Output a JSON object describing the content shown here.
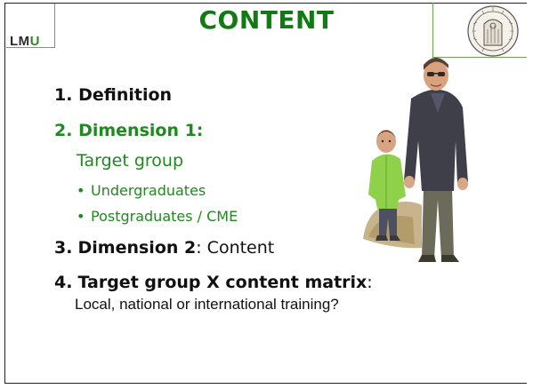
{
  "logo": {
    "prefix": "LM",
    "highlight": "U"
  },
  "title": "CONTENT",
  "items": [
    {
      "number": "1.",
      "label": "Definition",
      "rest": ""
    },
    {
      "number": "2.",
      "label": "Dimension 1:",
      "rest": ""
    },
    {
      "number": "3.",
      "label": "Dimension 2",
      "rest": ": Content"
    },
    {
      "number": "4.",
      "label": "Target group X content matrix",
      "rest": ":"
    }
  ],
  "dimension1_subtitle": "Target group",
  "dimension1_bullets": [
    "Undergraduates",
    "Postgraduates / CME"
  ],
  "item4_note": "Local, national or international training?",
  "colors": {
    "title": "#127a12",
    "accent": "#1f8a1f",
    "text": "#111111",
    "frame_line": "#6aa84f"
  }
}
